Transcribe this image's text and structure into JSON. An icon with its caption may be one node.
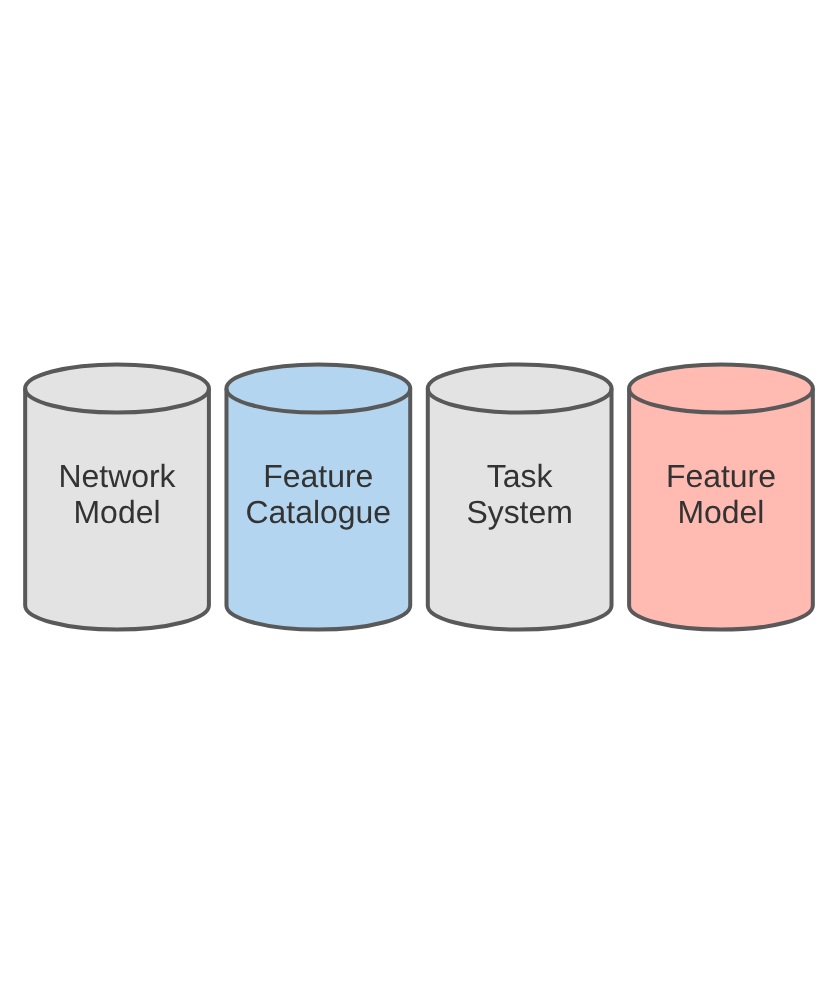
{
  "diagram": {
    "nodes": [
      {
        "text": [
          "Network Model"
        ]
      },
      {
        "text": [
          "Feature Catalogue"
        ]
      },
      {
        "text": [
          "Task System"
        ]
      },
      {
        "text": [
          "Feature Model"
        ]
      }
    ]
  }
}
